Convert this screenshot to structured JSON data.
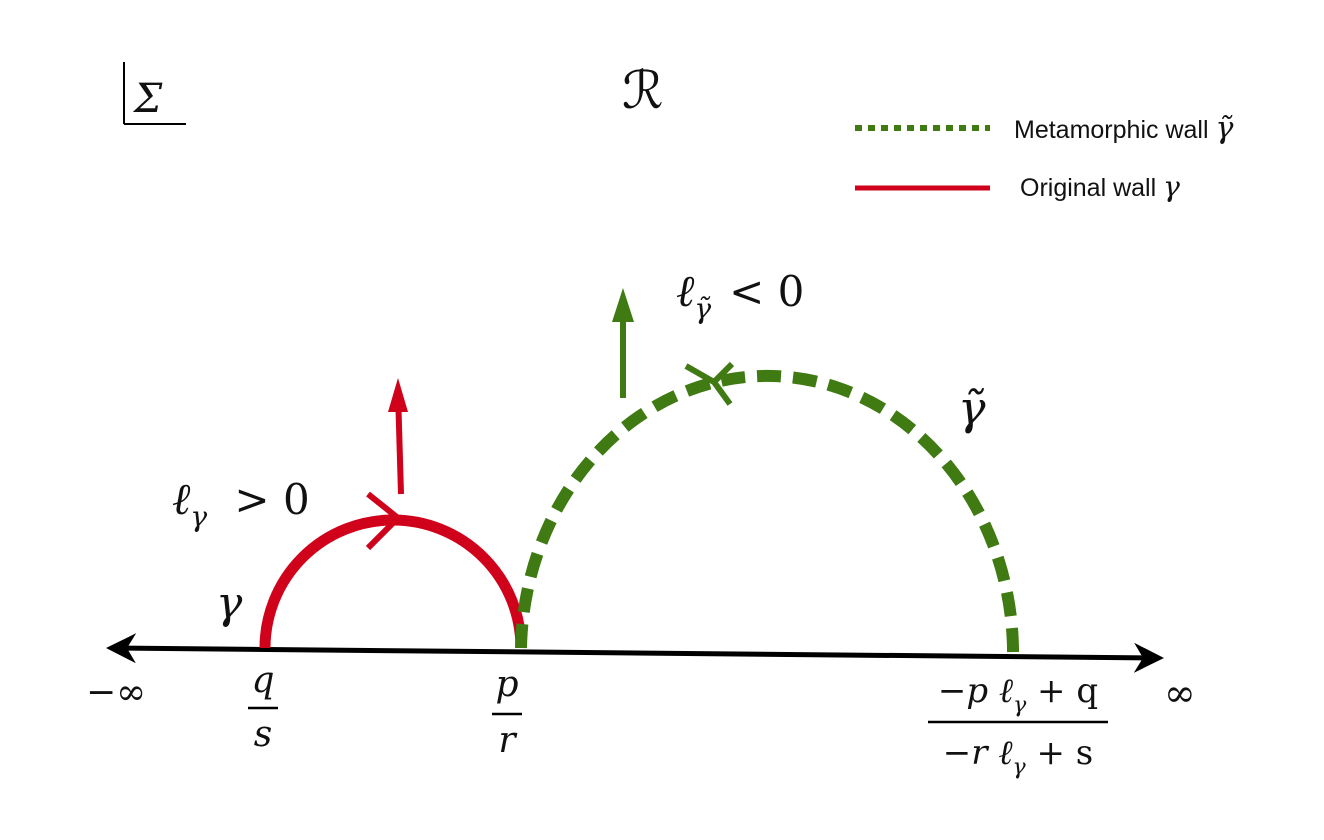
{
  "sigma_label": "Σ",
  "region_label": "ℛ",
  "legend": {
    "items": [
      {
        "text": "Metamorphic wall ",
        "symbol": "γ̃",
        "color": "#3f7a12",
        "style": "dotted"
      },
      {
        "text": "Original wall ",
        "symbol": "γ",
        "color": "#d0021b",
        "style": "solid"
      }
    ]
  },
  "colors": {
    "original": "#d0021b",
    "metamorphic": "#3f7a12",
    "axis": "#000000"
  },
  "axis": {
    "left_label": "−∞",
    "right_label": "∞",
    "points": {
      "q_over_s": {
        "num": "q",
        "den": "s"
      },
      "p_over_r": {
        "num": "p",
        "den": "r"
      },
      "transform": {
        "num_prefix": "−p ℓ",
        "num_sub": "γ",
        "num_suffix": " + q",
        "den_prefix": "−r ℓ",
        "den_sub": "γ",
        "den_suffix": " + s"
      }
    }
  },
  "original_wall": {
    "name": "γ",
    "ell_main": "ℓ",
    "ell_sub": "γ",
    "ell_rel": " >  0"
  },
  "metamorphic_wall": {
    "name": "γ̃",
    "ell_main": "ℓ",
    "ell_sub": "γ̃",
    "ell_rel": "<  0"
  }
}
